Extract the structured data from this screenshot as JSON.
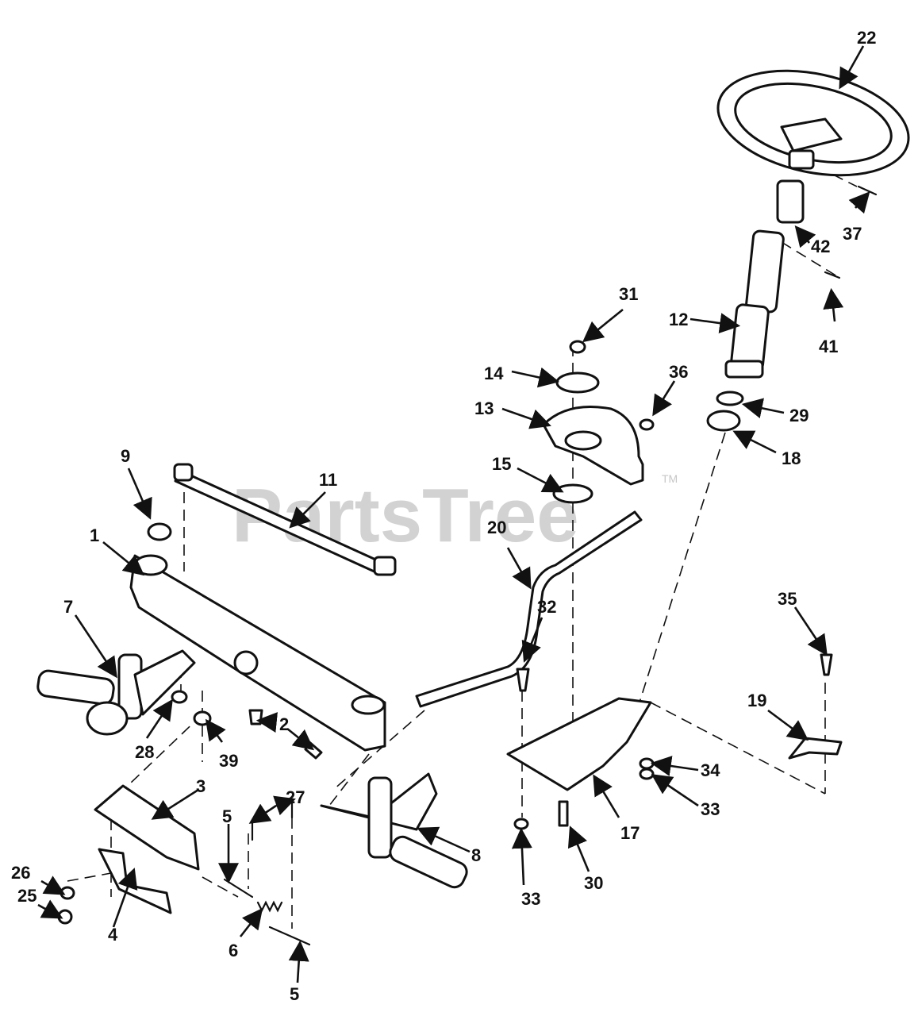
{
  "watermark": {
    "text": "PartsTree",
    "mark": "TM"
  },
  "callouts": {
    "c1": "1",
    "c2": "2",
    "c3": "3",
    "c4": "4",
    "c5a": "5",
    "c5b": "5",
    "c6": "6",
    "c7": "7",
    "c8": "8",
    "c9": "9",
    "c11": "11",
    "c12": "12",
    "c13": "13",
    "c14": "14",
    "c15": "15",
    "c17": "17",
    "c18": "18",
    "c19": "19",
    "c20": "20",
    "c22": "22",
    "c25": "25",
    "c26": "26",
    "c27": "27",
    "c28": "28",
    "c29": "29",
    "c30": "30",
    "c31": "31",
    "c32": "32",
    "c33a": "33",
    "c33b": "33",
    "c34": "34",
    "c35": "35",
    "c36": "36",
    "c37": "37",
    "c39": "39",
    "c41": "41",
    "c42": "42"
  }
}
